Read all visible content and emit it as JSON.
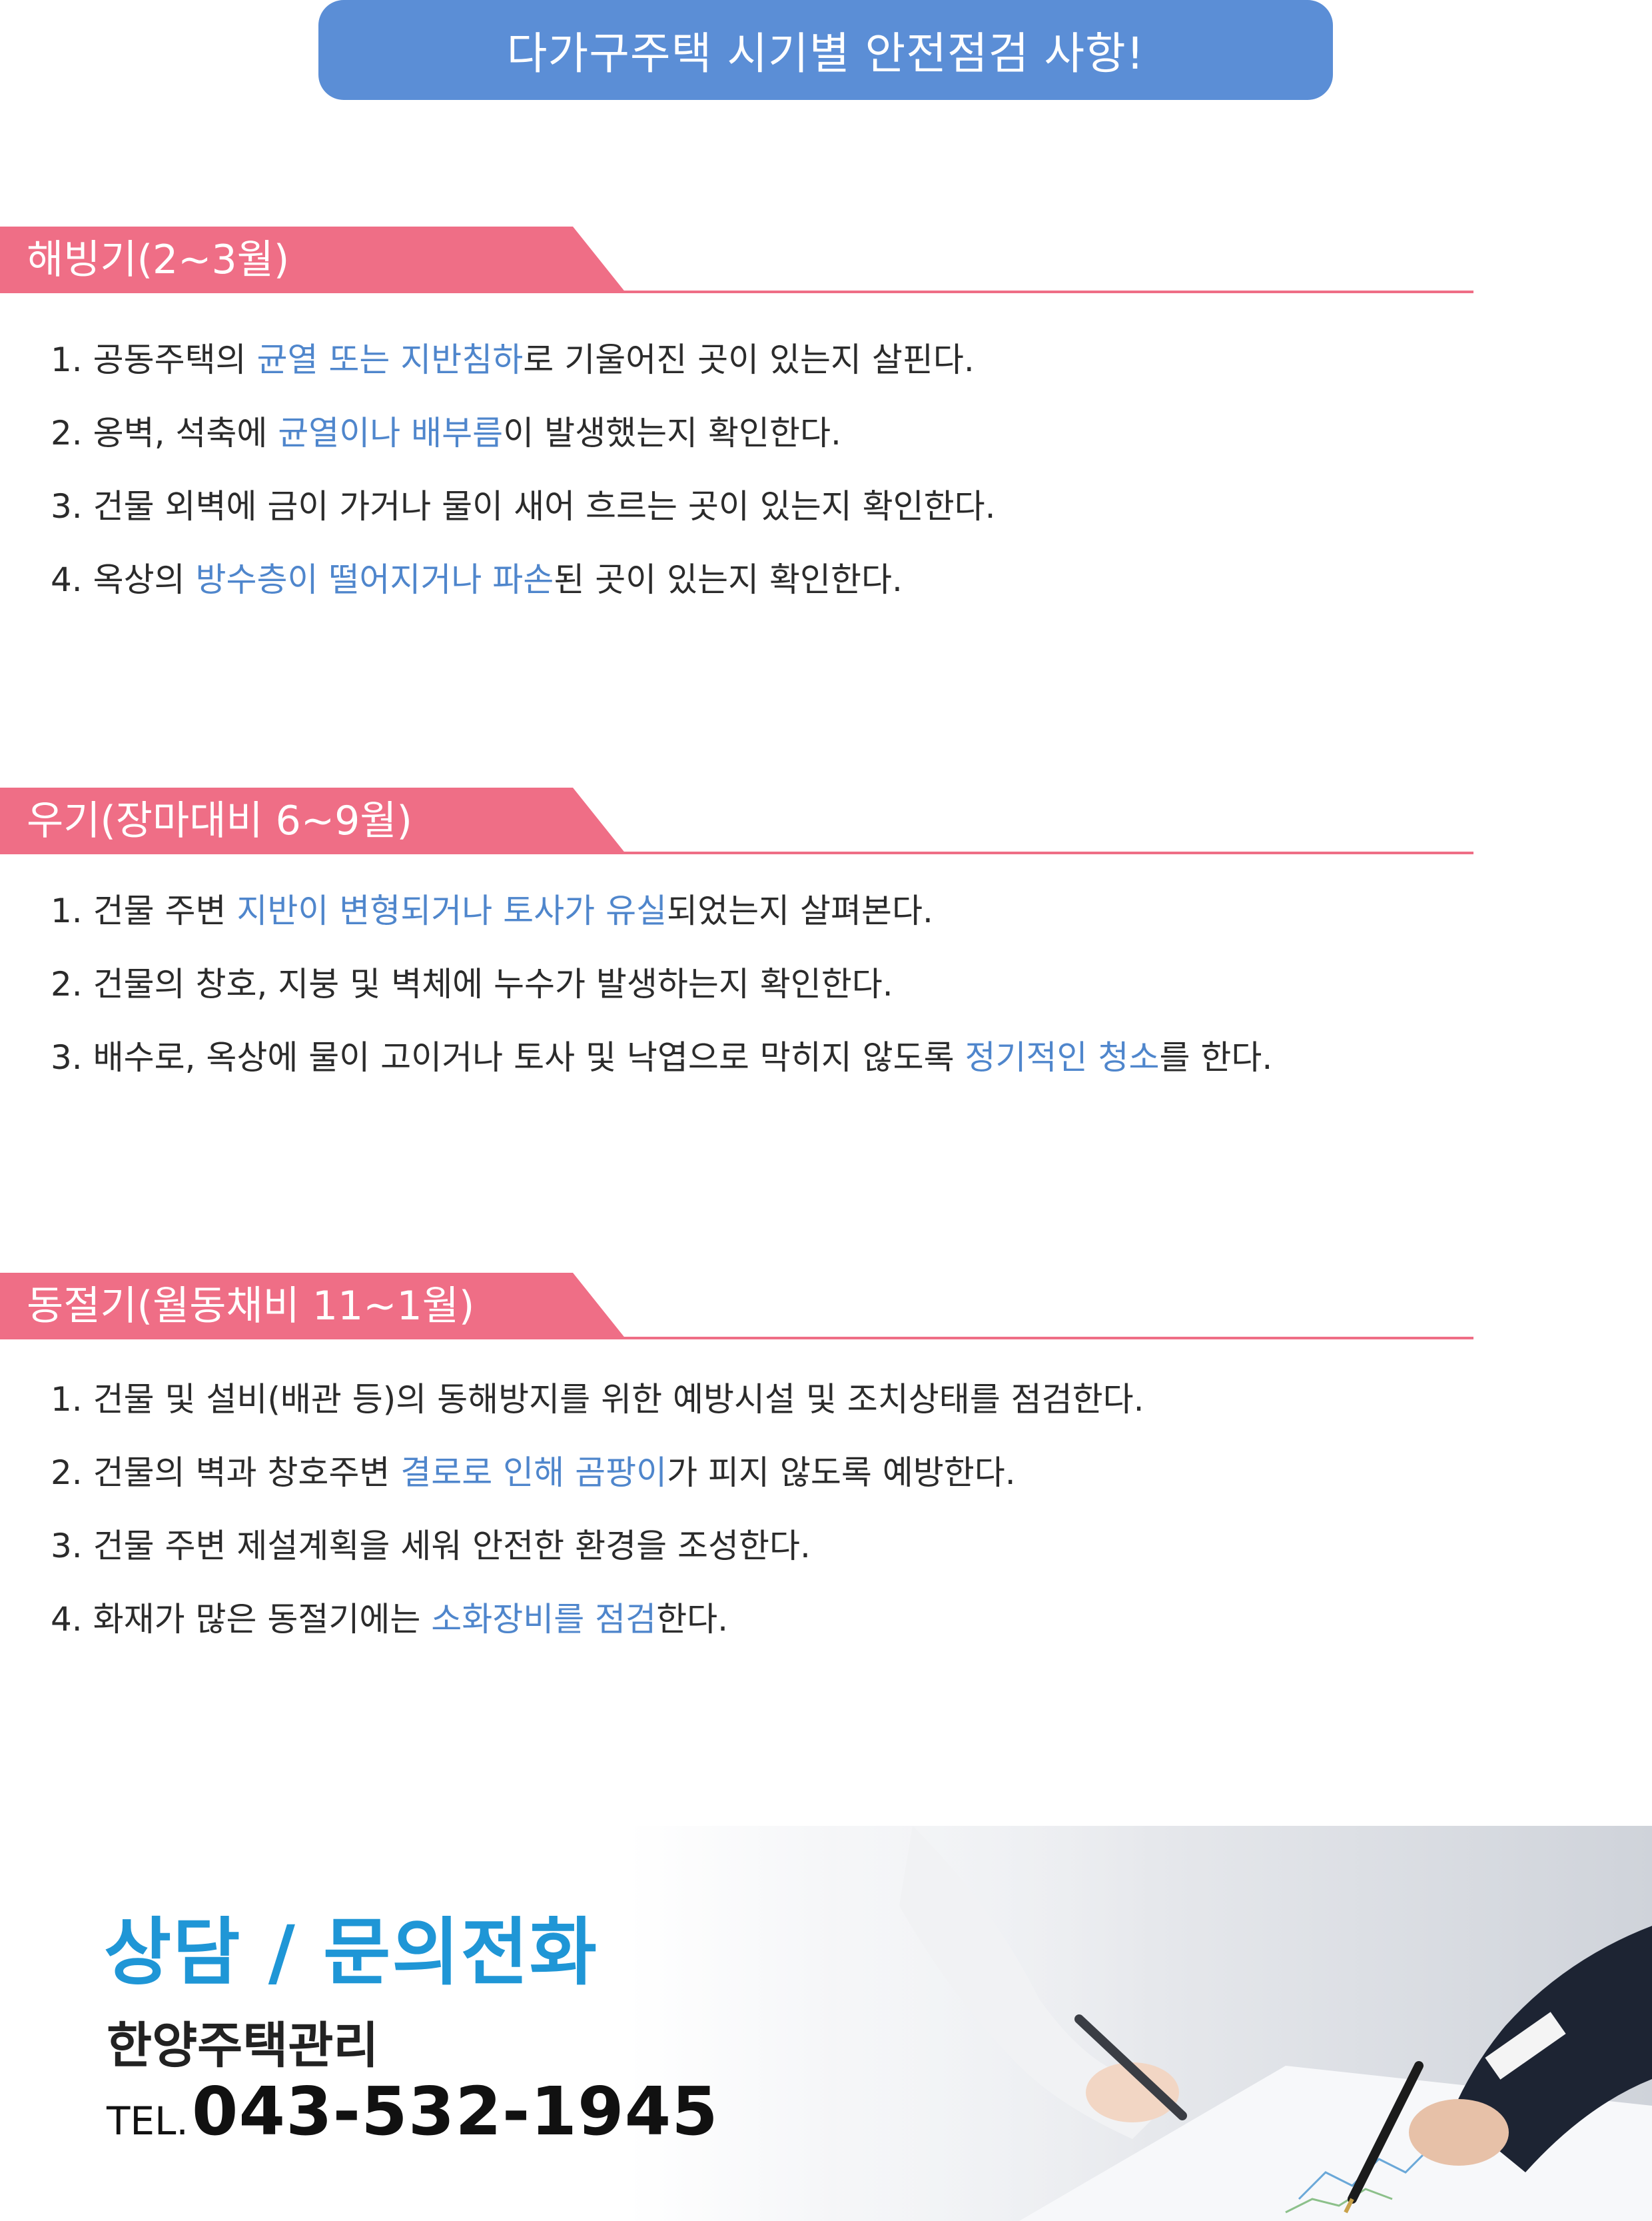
{
  "title": "다가구주택 시기별 안전점검 사항!",
  "sections": [
    {
      "heading": "해빙기(2~3월)",
      "items": [
        {
          "pre": "1. 공동주택의 ",
          "hl": "균열 또는 지반침하",
          "post": "로 기울어진 곳이 있는지 살핀다."
        },
        {
          "pre": "2. 옹벽, 석축에 ",
          "hl": "균열이나 배부름",
          "post": "이 발생했는지 확인한다."
        },
        {
          "pre": "3. 건물 외벽에 금이 가거나 물이 새어 흐르는 곳이 있는지 확인한다.",
          "hl": "",
          "post": ""
        },
        {
          "pre": "4. 옥상의 ",
          "hl": "방수층이 떨어지거나 파손",
          "post": "된 곳이 있는지 확인한다."
        }
      ]
    },
    {
      "heading": "우기(장마대비 6~9월)",
      "items": [
        {
          "pre": "1. 건물 주변 ",
          "hl": "지반이 변형되거나 토사가 유실",
          "post": "되었는지 살펴본다."
        },
        {
          "pre": "2. 건물의 창호, 지붕 및 벽체에 누수가 발생하는지 확인한다.",
          "hl": "",
          "post": ""
        },
        {
          "pre": "3. 배수로, 옥상에 물이 고이거나 토사 및 낙엽으로 막히지 않도록 ",
          "hl": "정기적인 청소",
          "post": "를 한다."
        }
      ]
    },
    {
      "heading": "동절기(월동채비 11~1월)",
      "items": [
        {
          "pre": "1. 건물 및 설비(배관 등)의 동해방지를 위한 예방시설 및 조치상태를 점검한다.",
          "hl": "",
          "post": ""
        },
        {
          "pre": "2. 건물의 벽과 창호주변 ",
          "hl": "결로로 인해 곰팡이",
          "post": "가 피지 않도록 예방한다."
        },
        {
          "pre": "3. 건물 주변 제설계획을 세워 안전한 환경을 조성한다.",
          "hl": "",
          "post": ""
        },
        {
          "pre": "4. 화재가 많은 동절기에는 ",
          "hl": "소화장비를 점검",
          "post": "한다."
        }
      ]
    }
  ],
  "contact": {
    "title": "상담 / 문의전화",
    "company": "한양주택관리",
    "tel_label": "TEL.",
    "tel_number": "043-532-1945"
  },
  "colors": {
    "title_bar": "#5b8ed6",
    "section_tab": "#ef6e86",
    "highlight": "#4f86cc",
    "contact_title": "#1f96d6"
  },
  "icons": [
    "pen-icon"
  ]
}
